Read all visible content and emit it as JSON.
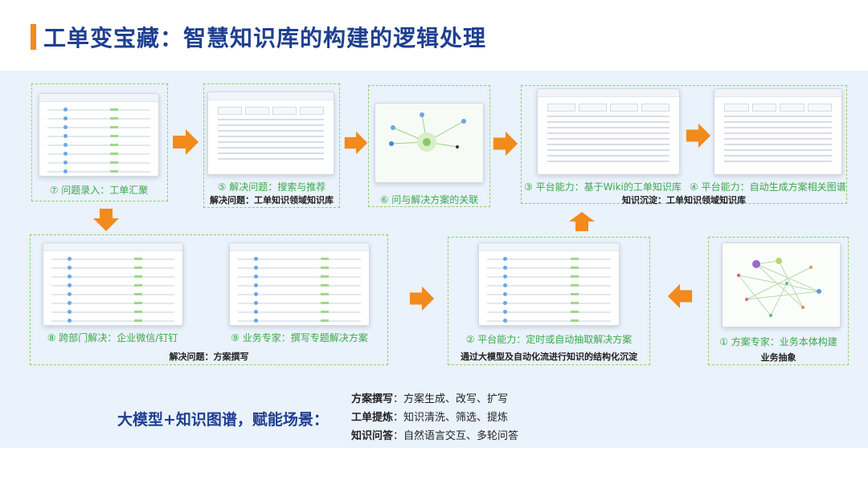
{
  "title": "工单变宝藏：智慧知识库的构建的逻辑处理",
  "steps": {
    "s7": "⑦ 问题录入：工单汇聚",
    "s5": "⑤ 解决问题：搜索与推荐",
    "s6": "⑥ 问与解决方案的关联",
    "s3": "③ 平台能力：基于Wiki的工单知识库",
    "s4": "④ 平台能力：自动生成方案相关图谱",
    "s8": "⑧ 跨部门解决：企业微信/钉钉",
    "s9": "⑨ 业务专家：撰写专题解决方案",
    "s2": "② 平台能力：定时或自动抽取解决方案",
    "s1": "① 方案专家：业务本体构建"
  },
  "captions": {
    "c5": "解决问题：工单知识领域知识库",
    "c34": "知识沉淀：工单知识领域知识库",
    "c89": "解决问题：方案撰写",
    "c2": "通过大模型及自动化流进行知识的结构化沉淀",
    "c1": "业务抽象"
  },
  "bottom": {
    "headline": "大模型+知识图谱，赋能场景：",
    "scenes": [
      {
        "key": "方案撰写",
        "value": "：方案生成、改写、扩写"
      },
      {
        "key": "工单提炼",
        "value": "：知识清洗、筛选、提炼"
      },
      {
        "key": "知识问答",
        "value": "：自然语言交互、多轮问答"
      }
    ]
  },
  "colors": {
    "title": "#1f3f8f",
    "accent": "#f28a1c",
    "step_label": "#3ea84a",
    "panel_bg": "#eaf2fc",
    "dashed_border": "#8ccf6e"
  }
}
